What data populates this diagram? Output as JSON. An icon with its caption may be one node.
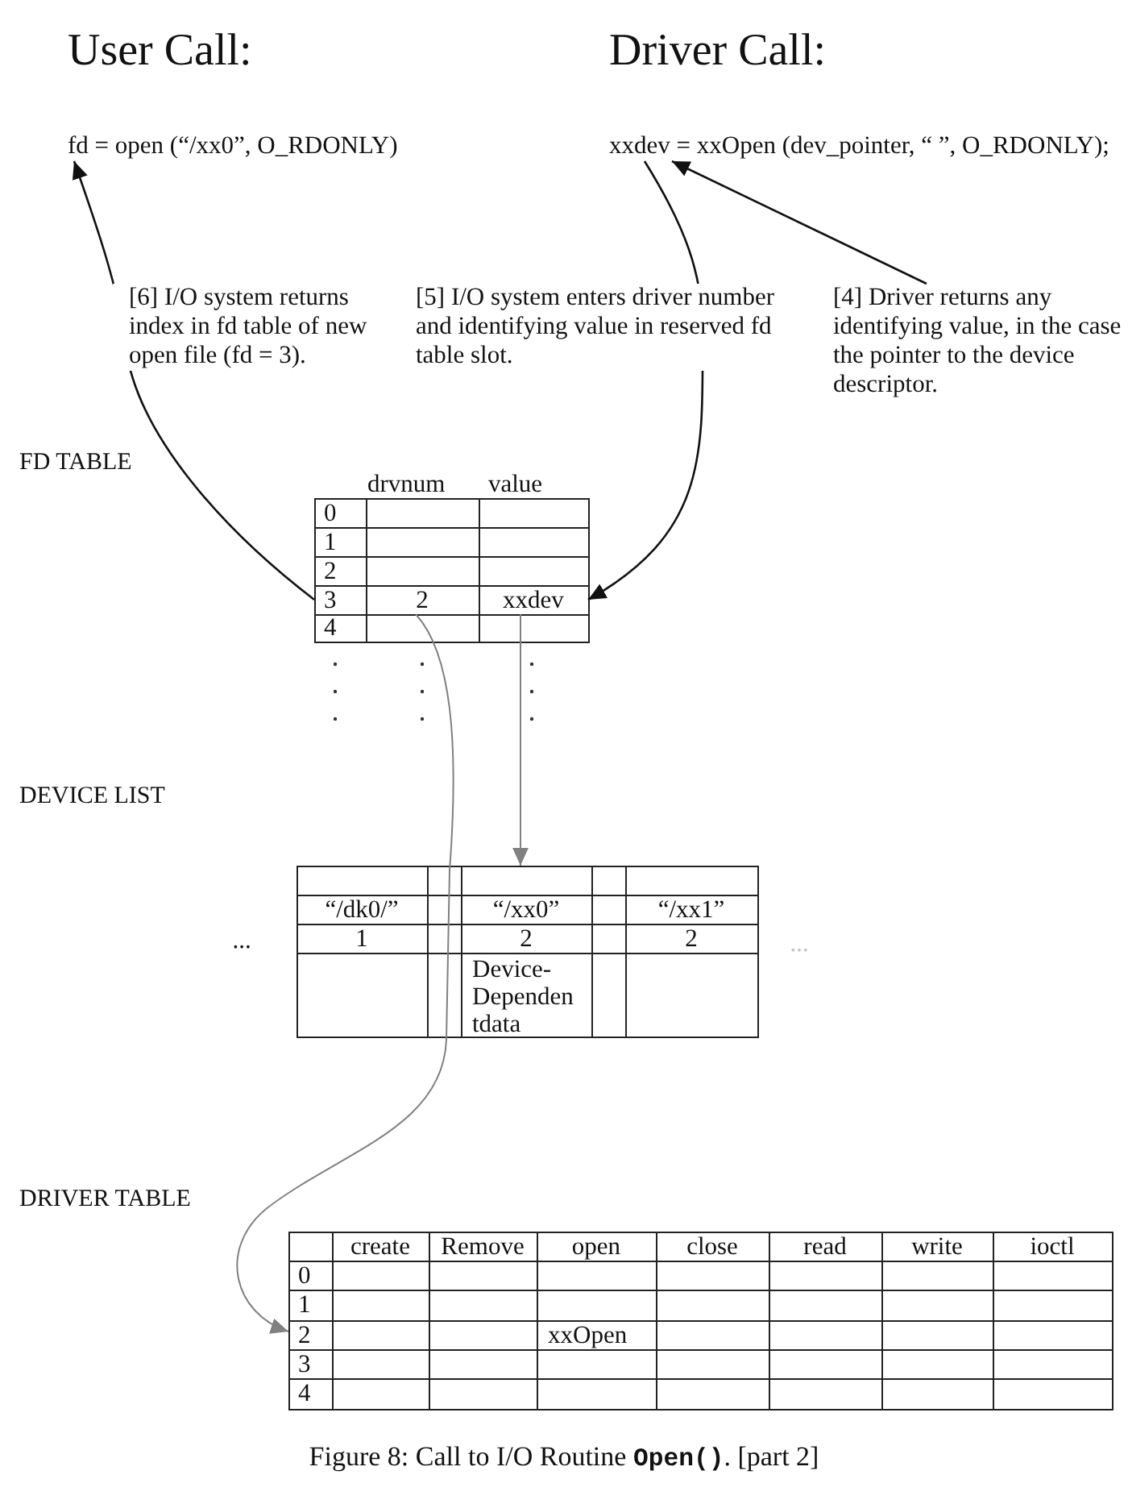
{
  "diagram": {
    "caption": "Figure 8: Call to I/O Routine **Open()**. [part 2]",
    "nodes": [
      {
        "text": [
          "fd = open (“/xx0”, O_RDONLY)"
        ]
      },
      {
        "text": [
          "xxdev = xxOpen (dev_pointer, “ ”, O_RDONLY);"
        ]
      },
      {
        "text": [
          "[4] Driver returns any identifying value, in the case the pointer to the device descriptor."
        ]
      },
      {
        "text": [
          "FD TABLE"
        ]
      },
      {
        "text": [
          "3"
        ],
        "in": 3
      },
      {
        "text": [
          "2"
        ],
        "in": 3
      },
      {
        "text": [
          "xxdev"
        ],
        "in": 3
      },
      {
        "text": [
          "DEVICE LIST"
        ]
      },
      {
        "text": [
          "“/dk0/”",
          "1"
        ],
        "in": 7
      },
      {
        "text": [
          "“/xx0”",
          "2",
          "Device- Dependen tdata"
        ],
        "in": 7
      },
      {
        "text": [
          "“/xx1”",
          "2"
        ],
        "in": 7
      },
      {
        "text": [
          "DRIVER TABLE"
        ]
      },
      {
        "text": [
          "2"
        ],
        "in": 11
      }
    ],
    "edges": [
      {
        "from": 4,
        "to": 0,
        "arrow": "to",
        "label": "[6] I/O system returns index in fd table of new open file (fd = 3)."
      },
      {
        "from": 1,
        "to": 6,
        "arrow": "to",
        "label": "[5] I/O system enters driver number and identifying value in reserved fd table slot."
      },
      {
        "from": 2,
        "to": 1,
        "arrow": "to"
      },
      {
        "from": 6,
        "to": 9,
        "arrow": "to",
        "color": "#808080"
      },
      {
        "from": 5,
        "to": 12,
        "arrow": "to",
        "color": "#808080"
      }
    ],
    "labels": [
      "User Call:",
      "Driver Call:",
      "drvnum",
      "value",
      "0",
      "1",
      "2",
      "4",
      "...",
      "...",
      "create",
      "Remove",
      "open",
      "close",
      "read",
      "write",
      "ioctl",
      "0",
      "1",
      "xxOpen",
      "3",
      "4"
    ]
  }
}
